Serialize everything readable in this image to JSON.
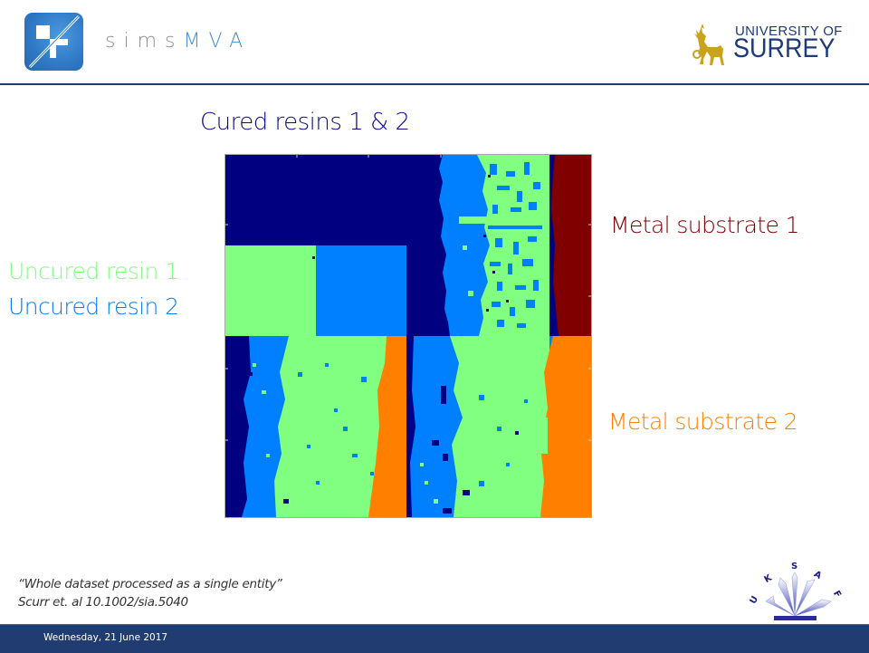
{
  "header": {
    "brand_prefix": "sims",
    "brand_suffix": "MVA",
    "university_line1": "UNIVERSITY OF",
    "university_line2": "SURREY"
  },
  "slide": {
    "title": "Cured resins 1 & 2",
    "labels": {
      "uncured_resin_1": "Uncured resin 1",
      "uncured_resin_2": "Uncured resin 2",
      "metal_substrate_1": "Metal substrate 1",
      "metal_substrate_2": "Metal substrate 2"
    },
    "colors": {
      "cured": "#000080",
      "uncured_1": "#80ff80",
      "uncured_2": "#0080ff",
      "metal_1": "#800000",
      "metal_2": "#ff8000"
    },
    "quote": "“Whole dataset processed as a single entity”",
    "citation": "Scurr et. al 10.1002/sia.5040"
  },
  "uksaf_logo": {
    "letters": [
      "U",
      "K",
      "S",
      "A",
      "F"
    ]
  },
  "footer": {
    "date": "Wednesday, 21 June 2017"
  }
}
